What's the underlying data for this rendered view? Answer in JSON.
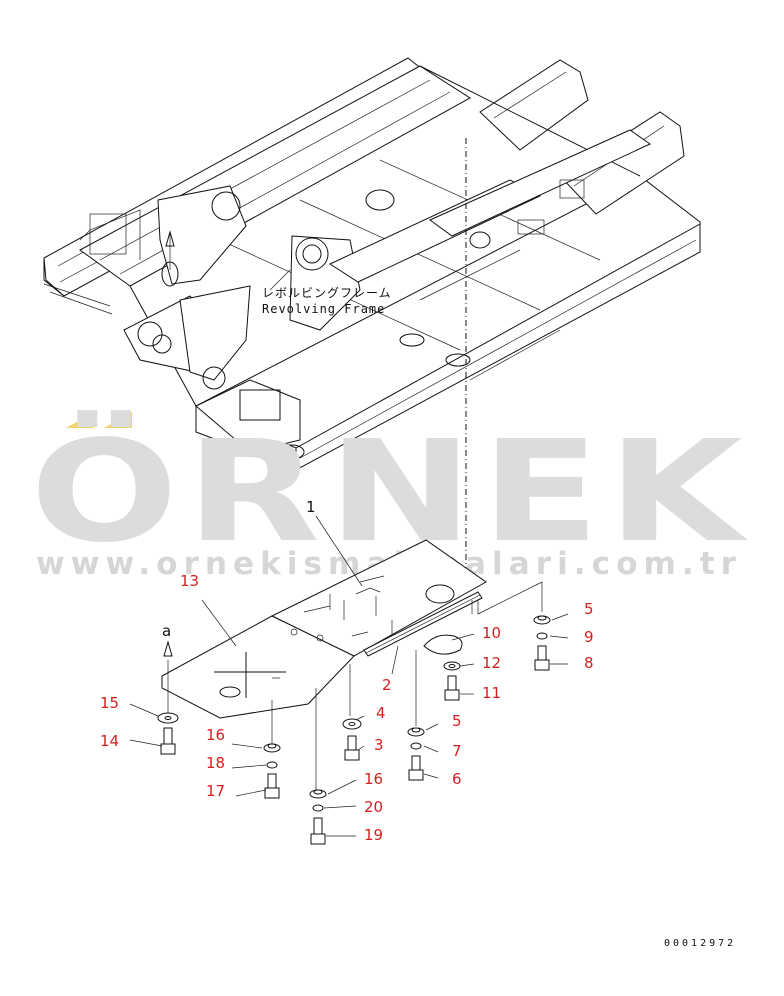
{
  "watermark": {
    "brand": "ÖRNEK",
    "url": "www.ornekismakinalari.com.tr"
  },
  "frame_label": {
    "japanese": "レボルビングフレーム",
    "english": "Revolving Frame"
  },
  "arrow_label": "a",
  "drawing_number": "00012972",
  "colors": {
    "callout": "#d62020",
    "watermark": "#dcdcdc",
    "watermark_accent": "#f2d36b",
    "line": "#111111"
  },
  "callouts": {
    "c1": "1",
    "c2": "2",
    "c3": "3",
    "c4": "4",
    "c5a": "5",
    "c5b": "5",
    "c6": "6",
    "c7": "7",
    "c8": "8",
    "c9": "9",
    "c10": "10",
    "c11": "11",
    "c12": "12",
    "c13": "13",
    "c14": "14",
    "c15": "15",
    "c16a": "16",
    "c16b": "16",
    "c17": "17",
    "c18": "18",
    "c19": "19",
    "c20": "20"
  }
}
